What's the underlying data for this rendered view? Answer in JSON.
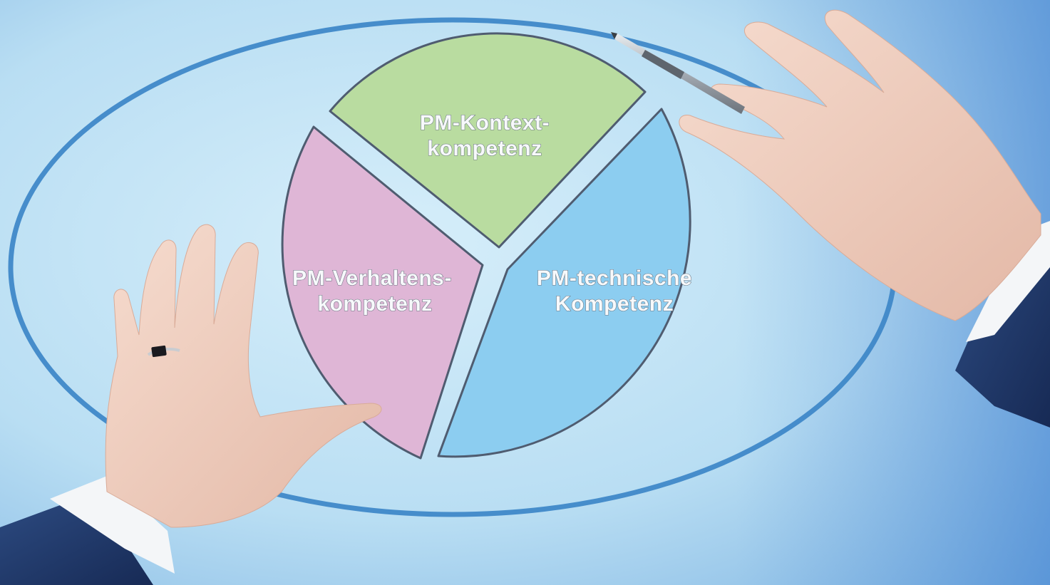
{
  "colors": {
    "background_light": "#cbe9f7",
    "background_mid": "#a9d3ee",
    "background_dark": "#6fa9dc",
    "ellipse_stroke": "#3f88c8",
    "segment_context": "#b9dca0",
    "segment_behavior": "#dfb6d6",
    "segment_technical": "#8ccdf0",
    "segment_outline": "#4f5c70",
    "skin": "#f0cfc0",
    "sleeve": "#22386a",
    "cuff": "#f4f6f8"
  },
  "segments": [
    {
      "name": "context",
      "label_line1": "PM-Kontext-",
      "label_line2": "kompetenz"
    },
    {
      "name": "behavior",
      "label_line1": "PM-Verhaltens-",
      "label_line2": "kompetenz"
    },
    {
      "name": "technical",
      "label_line1": "PM-technische",
      "label_line2": "Kompetenz"
    }
  ],
  "icons": {
    "left_hand": "hand-with-ring-icon",
    "right_hand": "hand-with-pen-icon",
    "pen": "pen-icon",
    "ring": "ring-icon"
  }
}
